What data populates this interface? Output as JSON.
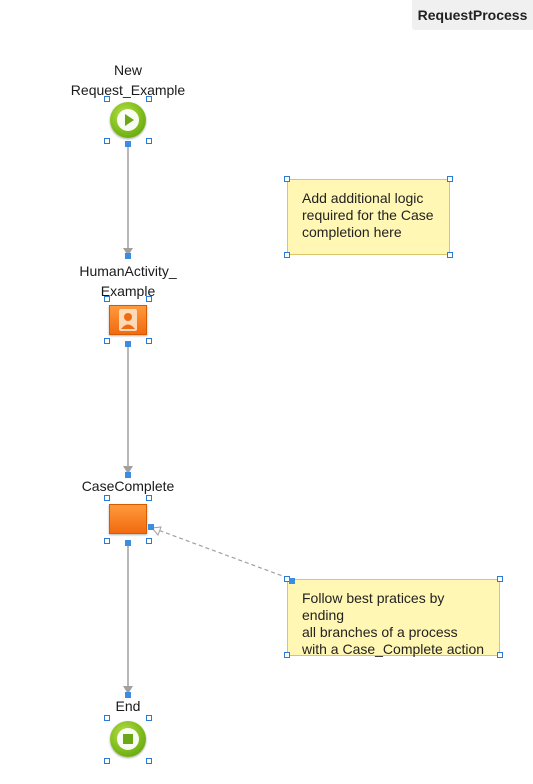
{
  "process": {
    "name": "RequestProcess"
  },
  "nodes": {
    "start": {
      "label_line1": "New",
      "label_line2": "Request_Example",
      "icon": "play-icon"
    },
    "human_activity": {
      "label_line1": "HumanActivity_",
      "label_line2": "Example",
      "icon": "person-icon"
    },
    "case_complete": {
      "label": "CaseComplete"
    },
    "end": {
      "label": "End",
      "icon": "stop-icon"
    }
  },
  "notes": {
    "note1": {
      "line1": "Add additional logic",
      "line2": "required for the Case",
      "line3": "completion here"
    },
    "note2": {
      "line1": "Follow best pratices by ending",
      "line2": "all branches of a process",
      "line3": "with a Case_Complete action"
    }
  },
  "colors": {
    "connector": "#a0a0a0",
    "selection": "#2b7bd6",
    "note_bg": "#fff7b3",
    "start_end": "#7dbb1a",
    "task": "#f26a10"
  }
}
